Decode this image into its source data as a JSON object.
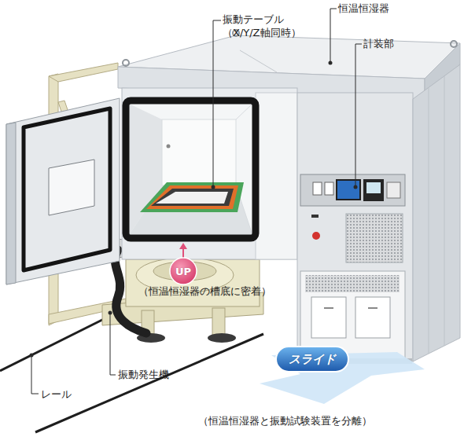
{
  "diagram": {
    "nodes": [
      {
        "text": [
          "UP"
        ]
      },
      {
        "text": [
          "スライド"
        ]
      }
    ],
    "labels": [
      "振動テーブル （X/Y/Z軸同時）",
      "恒温恒湿器",
      "計装部",
      "（恒温恒湿器の槽底に密着）",
      "振動発生機",
      "レール",
      "（恒温恒湿器と振動試験装置を分離）"
    ]
  }
}
